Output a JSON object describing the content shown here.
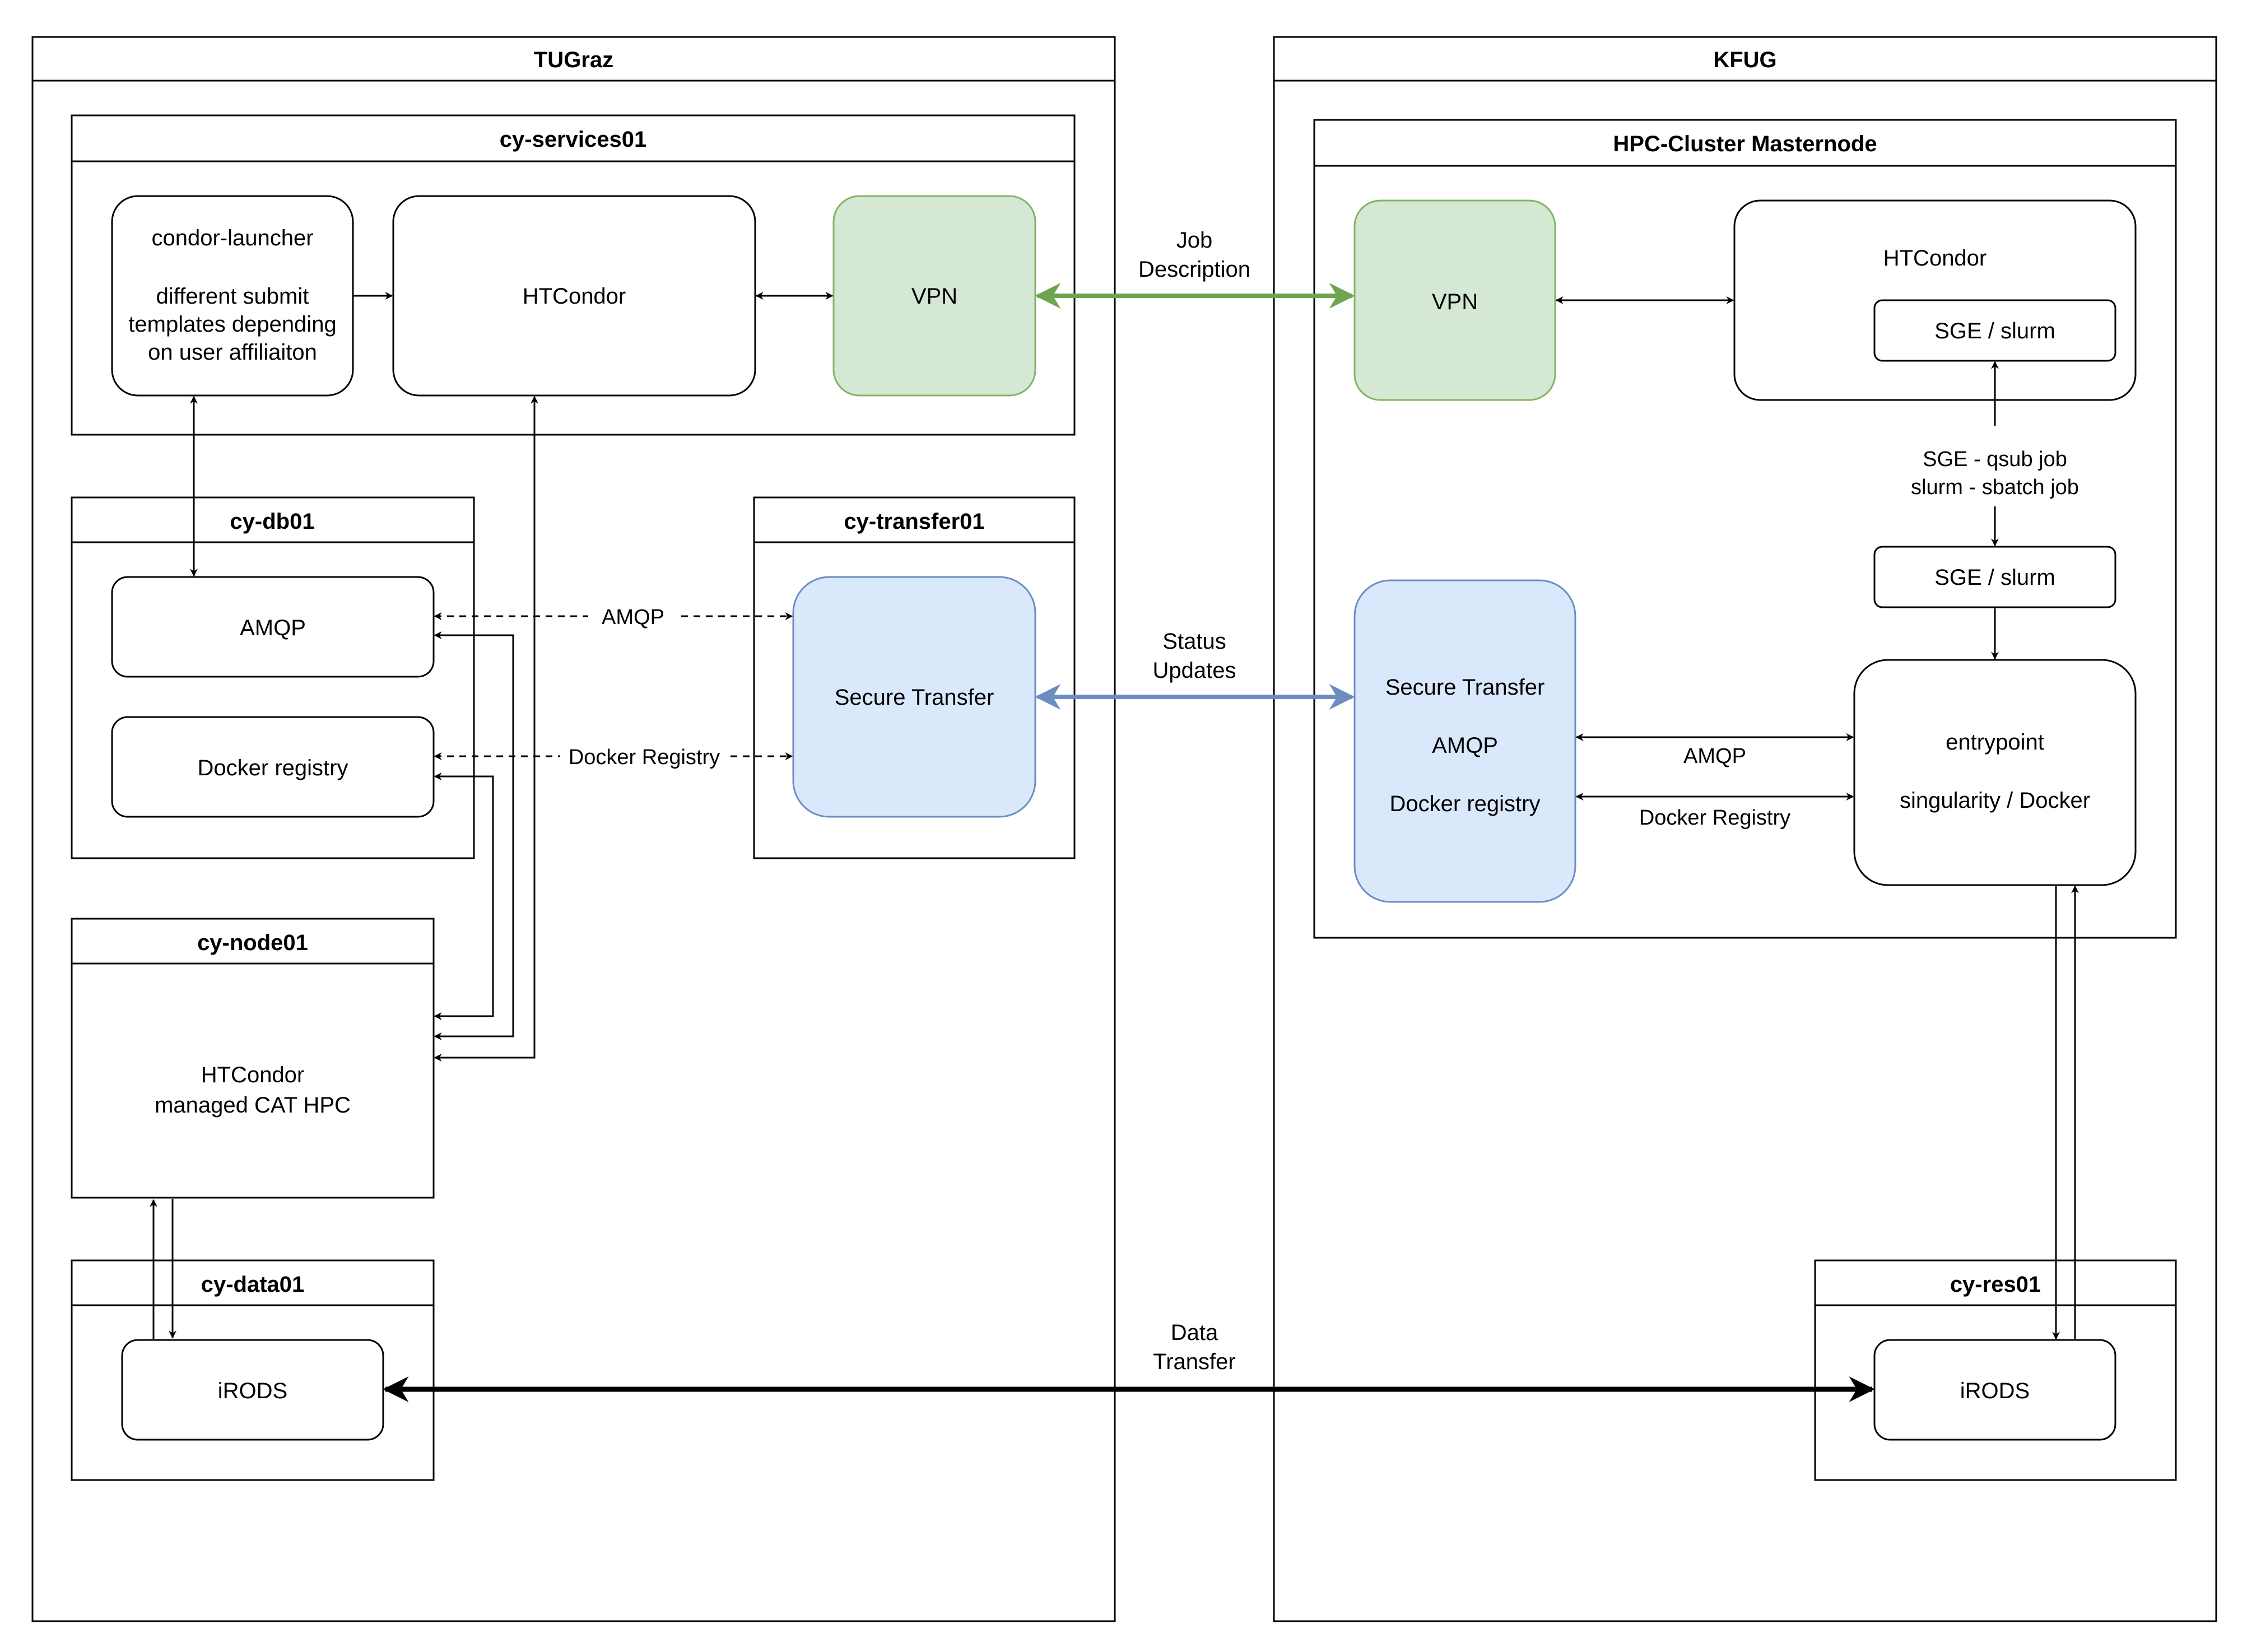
{
  "regions": {
    "tugraz": "TUGraz",
    "kfug": "KFUG"
  },
  "services": {
    "title": "cy-services01",
    "launcher_title": "condor-launcher",
    "launcher_desc": [
      "different submit",
      "templates depending",
      "on user affiliaiton"
    ],
    "htcondor": "HTCondor",
    "vpn": "VPN"
  },
  "db": {
    "title": "cy-db01",
    "amqp": "AMQP",
    "docker": "Docker registry"
  },
  "transfer": {
    "title": "cy-transfer01",
    "secure": "Secure Transfer"
  },
  "node": {
    "title": "cy-node01",
    "label": [
      "HTCondor",
      "managed CAT HPC"
    ]
  },
  "data": {
    "title": "cy-data01",
    "irods": "iRODS"
  },
  "hpc": {
    "title": "HPC-Cluster Masternode",
    "vpn": "VPN",
    "htcondor": "HTCondor",
    "sge_top": "SGE / slurm",
    "sge_mid": "SGE / slurm",
    "job_cmds": [
      "SGE - qsub job",
      "slurm - sbatch job"
    ],
    "secure_lines": [
      "Secure Transfer",
      "AMQP",
      "Docker registry"
    ],
    "entry_lines": [
      "entrypoint",
      "singularity / Docker"
    ]
  },
  "res": {
    "title": "cy-res01",
    "irods": "iRODS"
  },
  "edges": {
    "job_desc": [
      "Job",
      "Description"
    ],
    "status": [
      "Status",
      "Updates"
    ],
    "data_transfer": [
      "Data",
      "Transfer"
    ],
    "amqp": "AMQP",
    "docker": "Docker Registry",
    "amqp_right": "AMQP",
    "docker_right": "Docker Registry"
  },
  "colors": {
    "vpn_fill": "#d5e8d4",
    "vpn_stroke": "#82b366",
    "transfer_fill": "#dae8fc",
    "transfer_stroke": "#6c8ebf",
    "green_arrow": "#6ea64f",
    "blue_arrow": "#6c8ebf"
  }
}
